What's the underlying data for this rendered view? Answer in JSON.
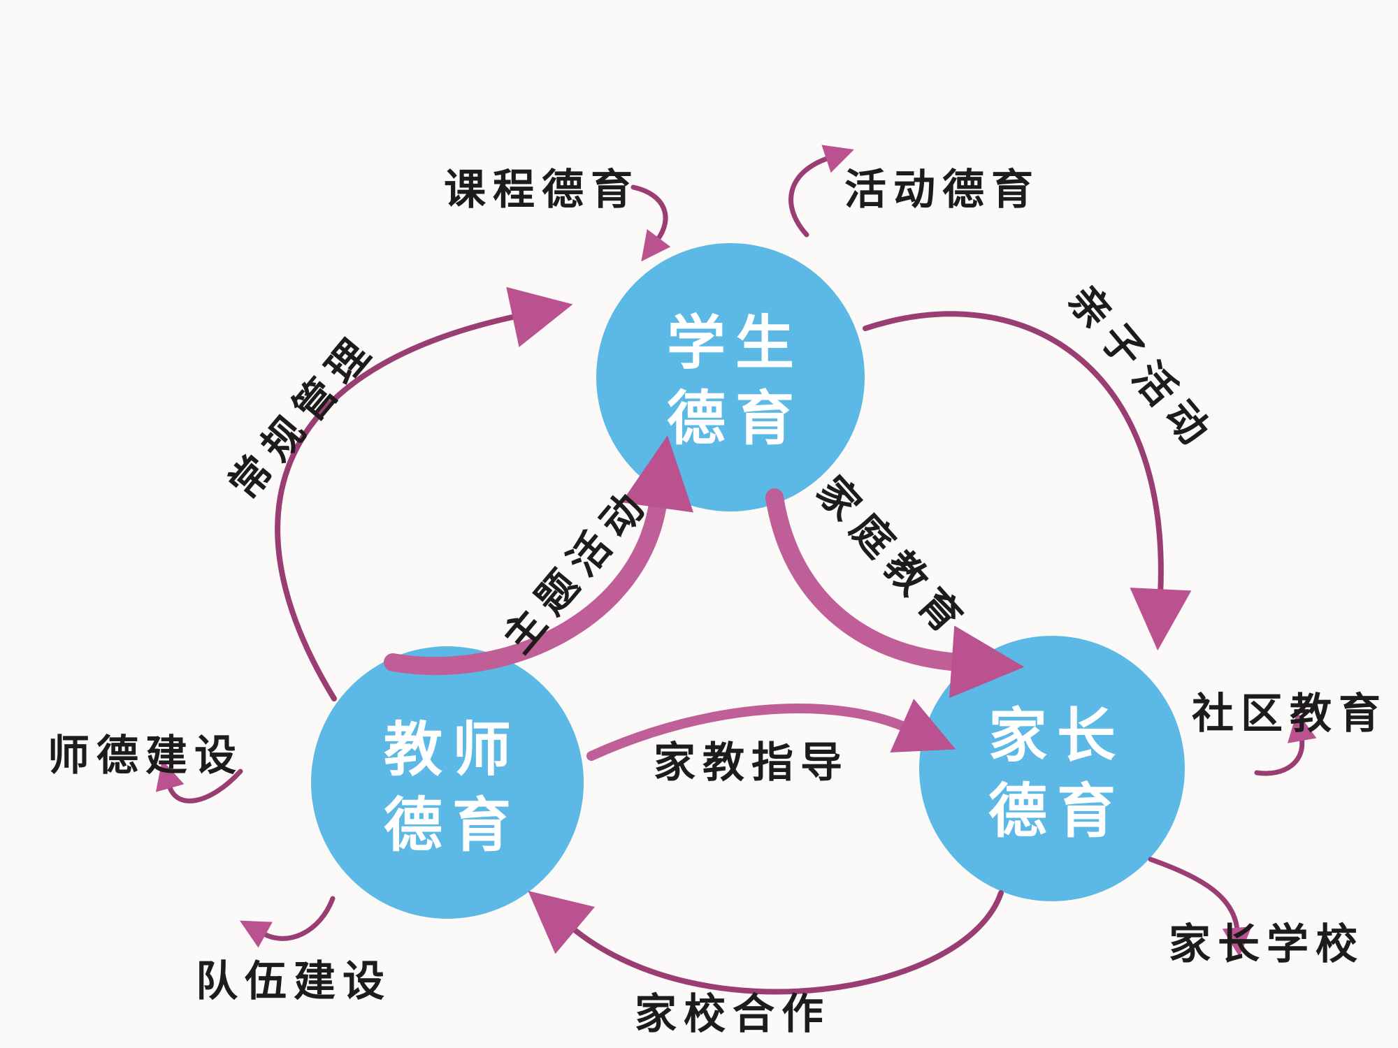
{
  "nodes": {
    "student": {
      "line1": "学生",
      "line2": "德育"
    },
    "teacher": {
      "line1": "教师",
      "line2": "德育"
    },
    "parent": {
      "line1": "家长",
      "line2": "德育"
    }
  },
  "edges": {
    "curriculum": "课程德育",
    "activity": "活动德育",
    "routine": "常规管理",
    "parent_child": "亲子活动",
    "theme": "主题活动",
    "family": "家庭教育",
    "guidance": "家教指导",
    "cooperation": "家校合作",
    "ethics": "师德建设",
    "team": "队伍建设",
    "community": "社区教育",
    "parent_school": "家长学校"
  },
  "colors": {
    "background": "#fbfaf8",
    "circle_fill": "#5cb8e4",
    "arrow_dark": "#993d72",
    "arrow_light": "#c05e97",
    "arrow_head": "#b9528e",
    "label_text": "#1e1c1a",
    "node_text": "#ffffff"
  }
}
